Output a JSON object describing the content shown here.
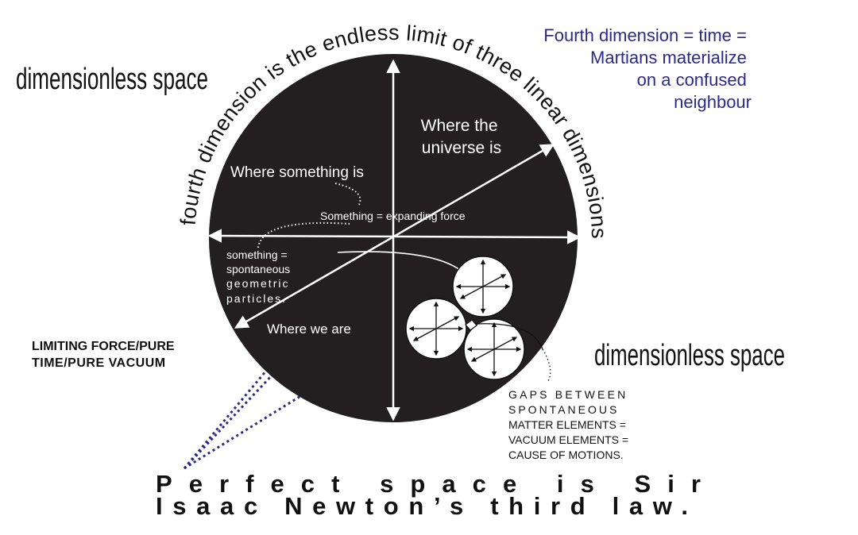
{
  "labels": {
    "dimensionless_top_left": "dimensionless space",
    "dimensionless_right": "dimensionless space",
    "arc_text": "fourth dimension is the endless limit of three linear dimensions",
    "fourth_dimension_note": [
      "Fourth dimension = time =",
      "Martians materialize",
      "on a confused",
      "neighbour"
    ],
    "where_universe": [
      "Where  the",
      "universe is"
    ],
    "where_something": "Where something is",
    "something_expanding": "Something = expanding force",
    "something_particles": [
      "something  =",
      "spontaneous",
      "geometric",
      "particles."
    ],
    "where_we_are": "Where we are",
    "limiting_force": [
      "LIMITING FORCE/PURE",
      "TIME/PURE  VACUUM"
    ],
    "gaps_note": [
      "GAPS  BETWEEN",
      "SPONTANEOUS",
      "MATTER ELEMENTS =",
      "VACUUM ELEMENTS =",
      "CAUSE OF MOTIONS."
    ],
    "bottom_caption": [
      "Perfect  space  is  Sir",
      "Isaac Newton’s third law."
    ]
  },
  "colors": {
    "circle_fill": "#231f20",
    "axis_white": "#ffffff",
    "note_blue": "#2b2a8c",
    "dotted_blue": "#2b2a8c",
    "text_black": "#111111"
  }
}
